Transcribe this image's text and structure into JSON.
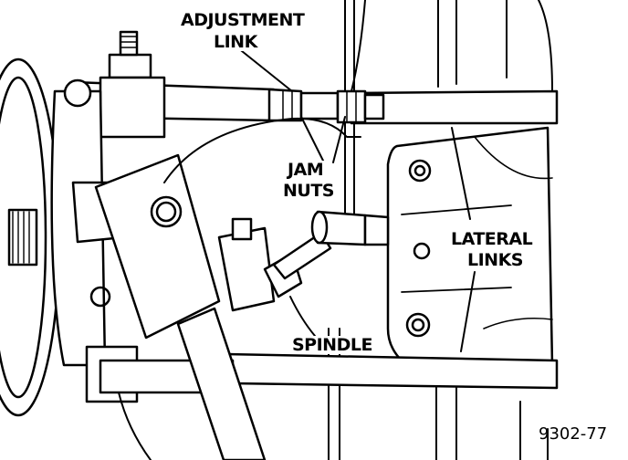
{
  "labels": {
    "adjustment_link_line1": "ADJUSTMENT",
    "adjustment_link_line2": "LINK",
    "jam_nuts_line1": "JAM",
    "jam_nuts_line2": "NUTS",
    "lateral_links_line1": "LATERAL",
    "lateral_links_line2": "LINKS",
    "spindle": "SPINDLE"
  },
  "figure_number": "9302-77"
}
